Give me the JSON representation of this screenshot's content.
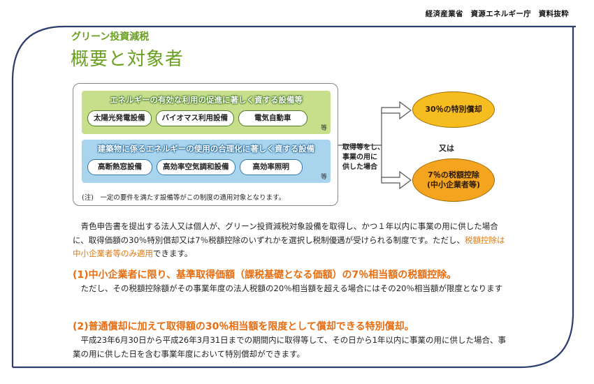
{
  "source": "経済産業省　資源エネルギー庁　資料抜粋",
  "subtitle": "グリーン投資減税",
  "title": "概要と対象者",
  "categories": [
    {
      "heading": "エネルギーの有効な利用の促進に著しく資する設備等",
      "items": [
        "太陽光発電設備",
        "バイオマス利用設備",
        "電気自動車"
      ],
      "etc": "等"
    },
    {
      "heading": "建築物に係るエネルギーの使用の合理化に著しく資する設備",
      "items": [
        "高断熱窓設備",
        "高効率空気調和設備",
        "高効率照明"
      ],
      "etc": "等"
    }
  ],
  "note": "(注)　一定の要件を満たす設備等がこの制度の適用対象となります。",
  "condition": [
    "取得等をし、",
    "事業の用に",
    "供した場合"
  ],
  "options": {
    "first": "30％の特別償却",
    "or": "又は",
    "second_line1": "7％の税額控除",
    "second_line2": "(中小企業者等)"
  },
  "body": {
    "intro": "青色申告書を提出する法人又は個人が、グリーン投資減税対象設備を取得し、かつ１年以内に事業の用に供した場合に、取得価額の30％特別償却又は7％税額控除のいずれかを選択し税制優遇が受けられる制度です。ただし、",
    "intro_highlight": "税額控除は中小企業者等のみ適用",
    "intro_end": "できます。",
    "heading1": "(1)中小企業者に限り、基準取得価額（課税基礎となる価額）の7％相当額の税額控除。",
    "text1": "ただし、その税額控除額がその事業年度の法人税額の20％相当額を超える場合にはその20％相当額が限度となります",
    "heading2": "(2)普通償却に加えて取得額の30％相当額を限度として償却できる特別償却。",
    "text2": "平成23年6月30日から平成26年3月31日までの期間内に取得等して、その日から1年以内に事業の用に供した場合、事業の用に供した日を含む事業年度において特別償却ができます。"
  },
  "colors": {
    "accent_green": "#6aa020",
    "frame_navy": "#2c3e6e",
    "orange_heading": "#e86d10",
    "oval_fill": "#f6bd21"
  }
}
